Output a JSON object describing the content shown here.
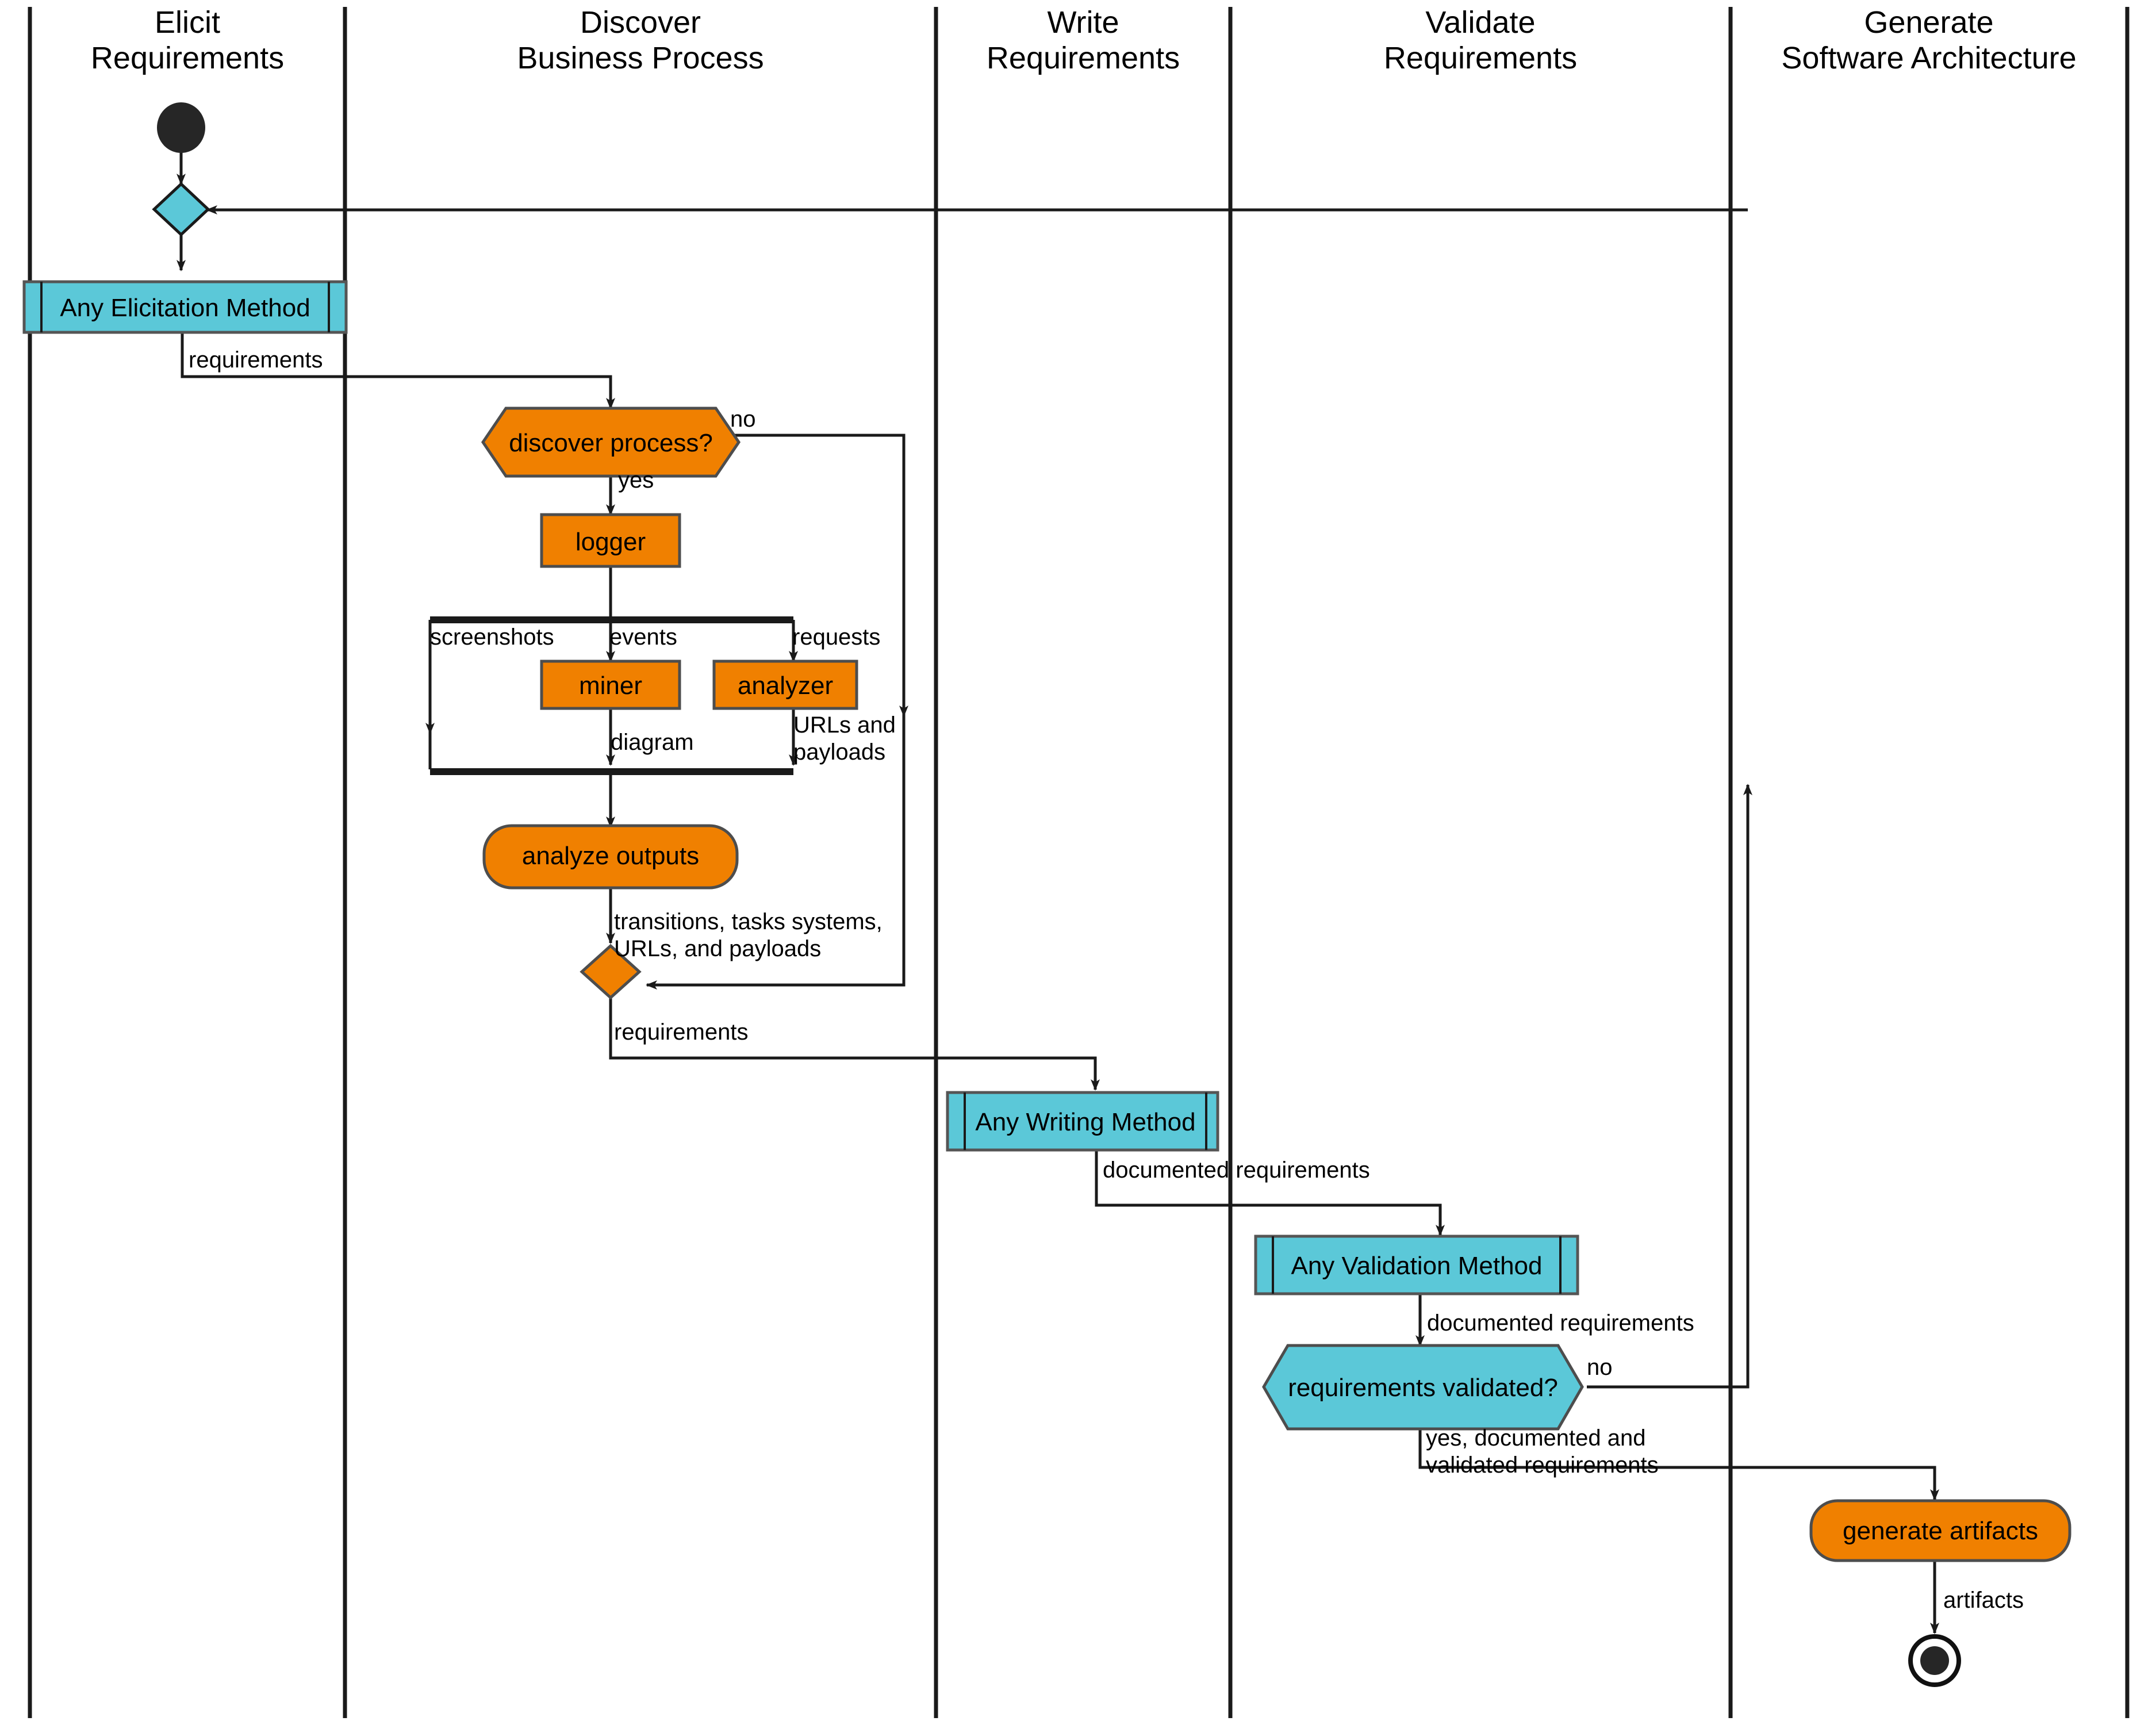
{
  "diagram": {
    "type": "uml-activity-swimlane",
    "title": "Requirements Engineering Activity Diagram",
    "colors": {
      "orange": "#F08000",
      "cyan": "#5BC8D8",
      "stroke": "#1a1a1a",
      "background": "#FFFFFF"
    }
  },
  "lanes": [
    {
      "id": "elicit",
      "title": "Elicit\nRequirements"
    },
    {
      "id": "discover",
      "title": "Discover\nBusiness Process"
    },
    {
      "id": "write",
      "title": "Write\nRequirements"
    },
    {
      "id": "validate",
      "title": "Validate\nRequirements"
    },
    {
      "id": "generate",
      "title": "Generate\nSoftware Architecture"
    }
  ],
  "nodes": {
    "start": {
      "label": "",
      "shape": "initial-node",
      "lane": "elicit"
    },
    "merge_top": {
      "label": "",
      "shape": "diamond",
      "color": "cyan",
      "lane": "elicit"
    },
    "elicitation": {
      "label": "Any Elicitation Method",
      "shape": "subprocess",
      "color": "cyan",
      "lane": "elicit"
    },
    "discover_process": {
      "label": "discover process?",
      "shape": "hexagon",
      "color": "orange",
      "lane": "discover"
    },
    "logger": {
      "label": "logger",
      "shape": "rect",
      "color": "orange",
      "lane": "discover"
    },
    "fork": {
      "label": "",
      "shape": "bar",
      "lane": "discover"
    },
    "miner": {
      "label": "miner",
      "shape": "rect",
      "color": "orange",
      "lane": "discover"
    },
    "analyzer": {
      "label": "analyzer",
      "shape": "rect",
      "color": "orange",
      "lane": "discover"
    },
    "join": {
      "label": "",
      "shape": "bar",
      "lane": "discover"
    },
    "analyze_outputs": {
      "label": "analyze outputs",
      "shape": "rounded",
      "color": "orange",
      "lane": "discover"
    },
    "merge_discover": {
      "label": "",
      "shape": "diamond",
      "color": "orange",
      "lane": "discover"
    },
    "writing": {
      "label": "Any Writing Method",
      "shape": "subprocess",
      "color": "cyan",
      "lane": "write"
    },
    "validation": {
      "label": "Any Validation Method",
      "shape": "subprocess",
      "color": "cyan",
      "lane": "validate"
    },
    "req_validated": {
      "label": "requirements validated?",
      "shape": "hexagon",
      "color": "cyan",
      "lane": "validate"
    },
    "generate": {
      "label": "generate artifacts",
      "shape": "rounded",
      "color": "orange",
      "lane": "generate"
    },
    "end": {
      "label": "",
      "shape": "final-node",
      "lane": "generate"
    }
  },
  "edge_labels": {
    "requirements_elicit": "requirements",
    "no_discover": "no",
    "yes_discover": "yes",
    "screenshots": "screenshots",
    "events": "events",
    "requests": "requests",
    "diagram": "diagram",
    "urls_and_payloads": "URLs and\npayloads",
    "transitions": "transitions, tasks systems,\nURLs, and payloads",
    "requirements_discover": "requirements",
    "documented_requirements_write": "documented requirements",
    "documented_requirements_validate": "documented requirements",
    "no_validated": "no",
    "yes_validated": "yes, documented and\nvalidated requirements",
    "artifacts": "artifacts"
  }
}
